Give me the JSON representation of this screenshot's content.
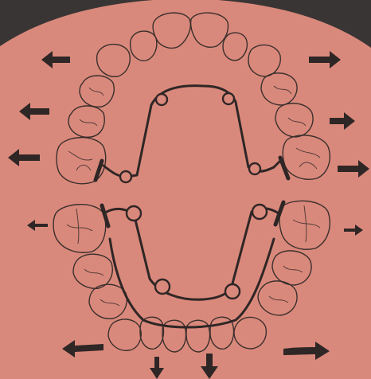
{
  "colors": {
    "background_dark": "#3a3535",
    "plate": "#d9897b",
    "ink": "#2f2626"
  },
  "diagram": {
    "subject": "upper-and-lower-dental-arch-expansion-appliances",
    "arrow_directions": {
      "upper_left": [
        "left",
        "left",
        "left"
      ],
      "upper_right": [
        "right",
        "right",
        "right"
      ],
      "lower_left": [
        "left",
        "left"
      ],
      "lower_right": [
        "right",
        "right"
      ],
      "bottom": [
        "down",
        "down"
      ]
    }
  }
}
